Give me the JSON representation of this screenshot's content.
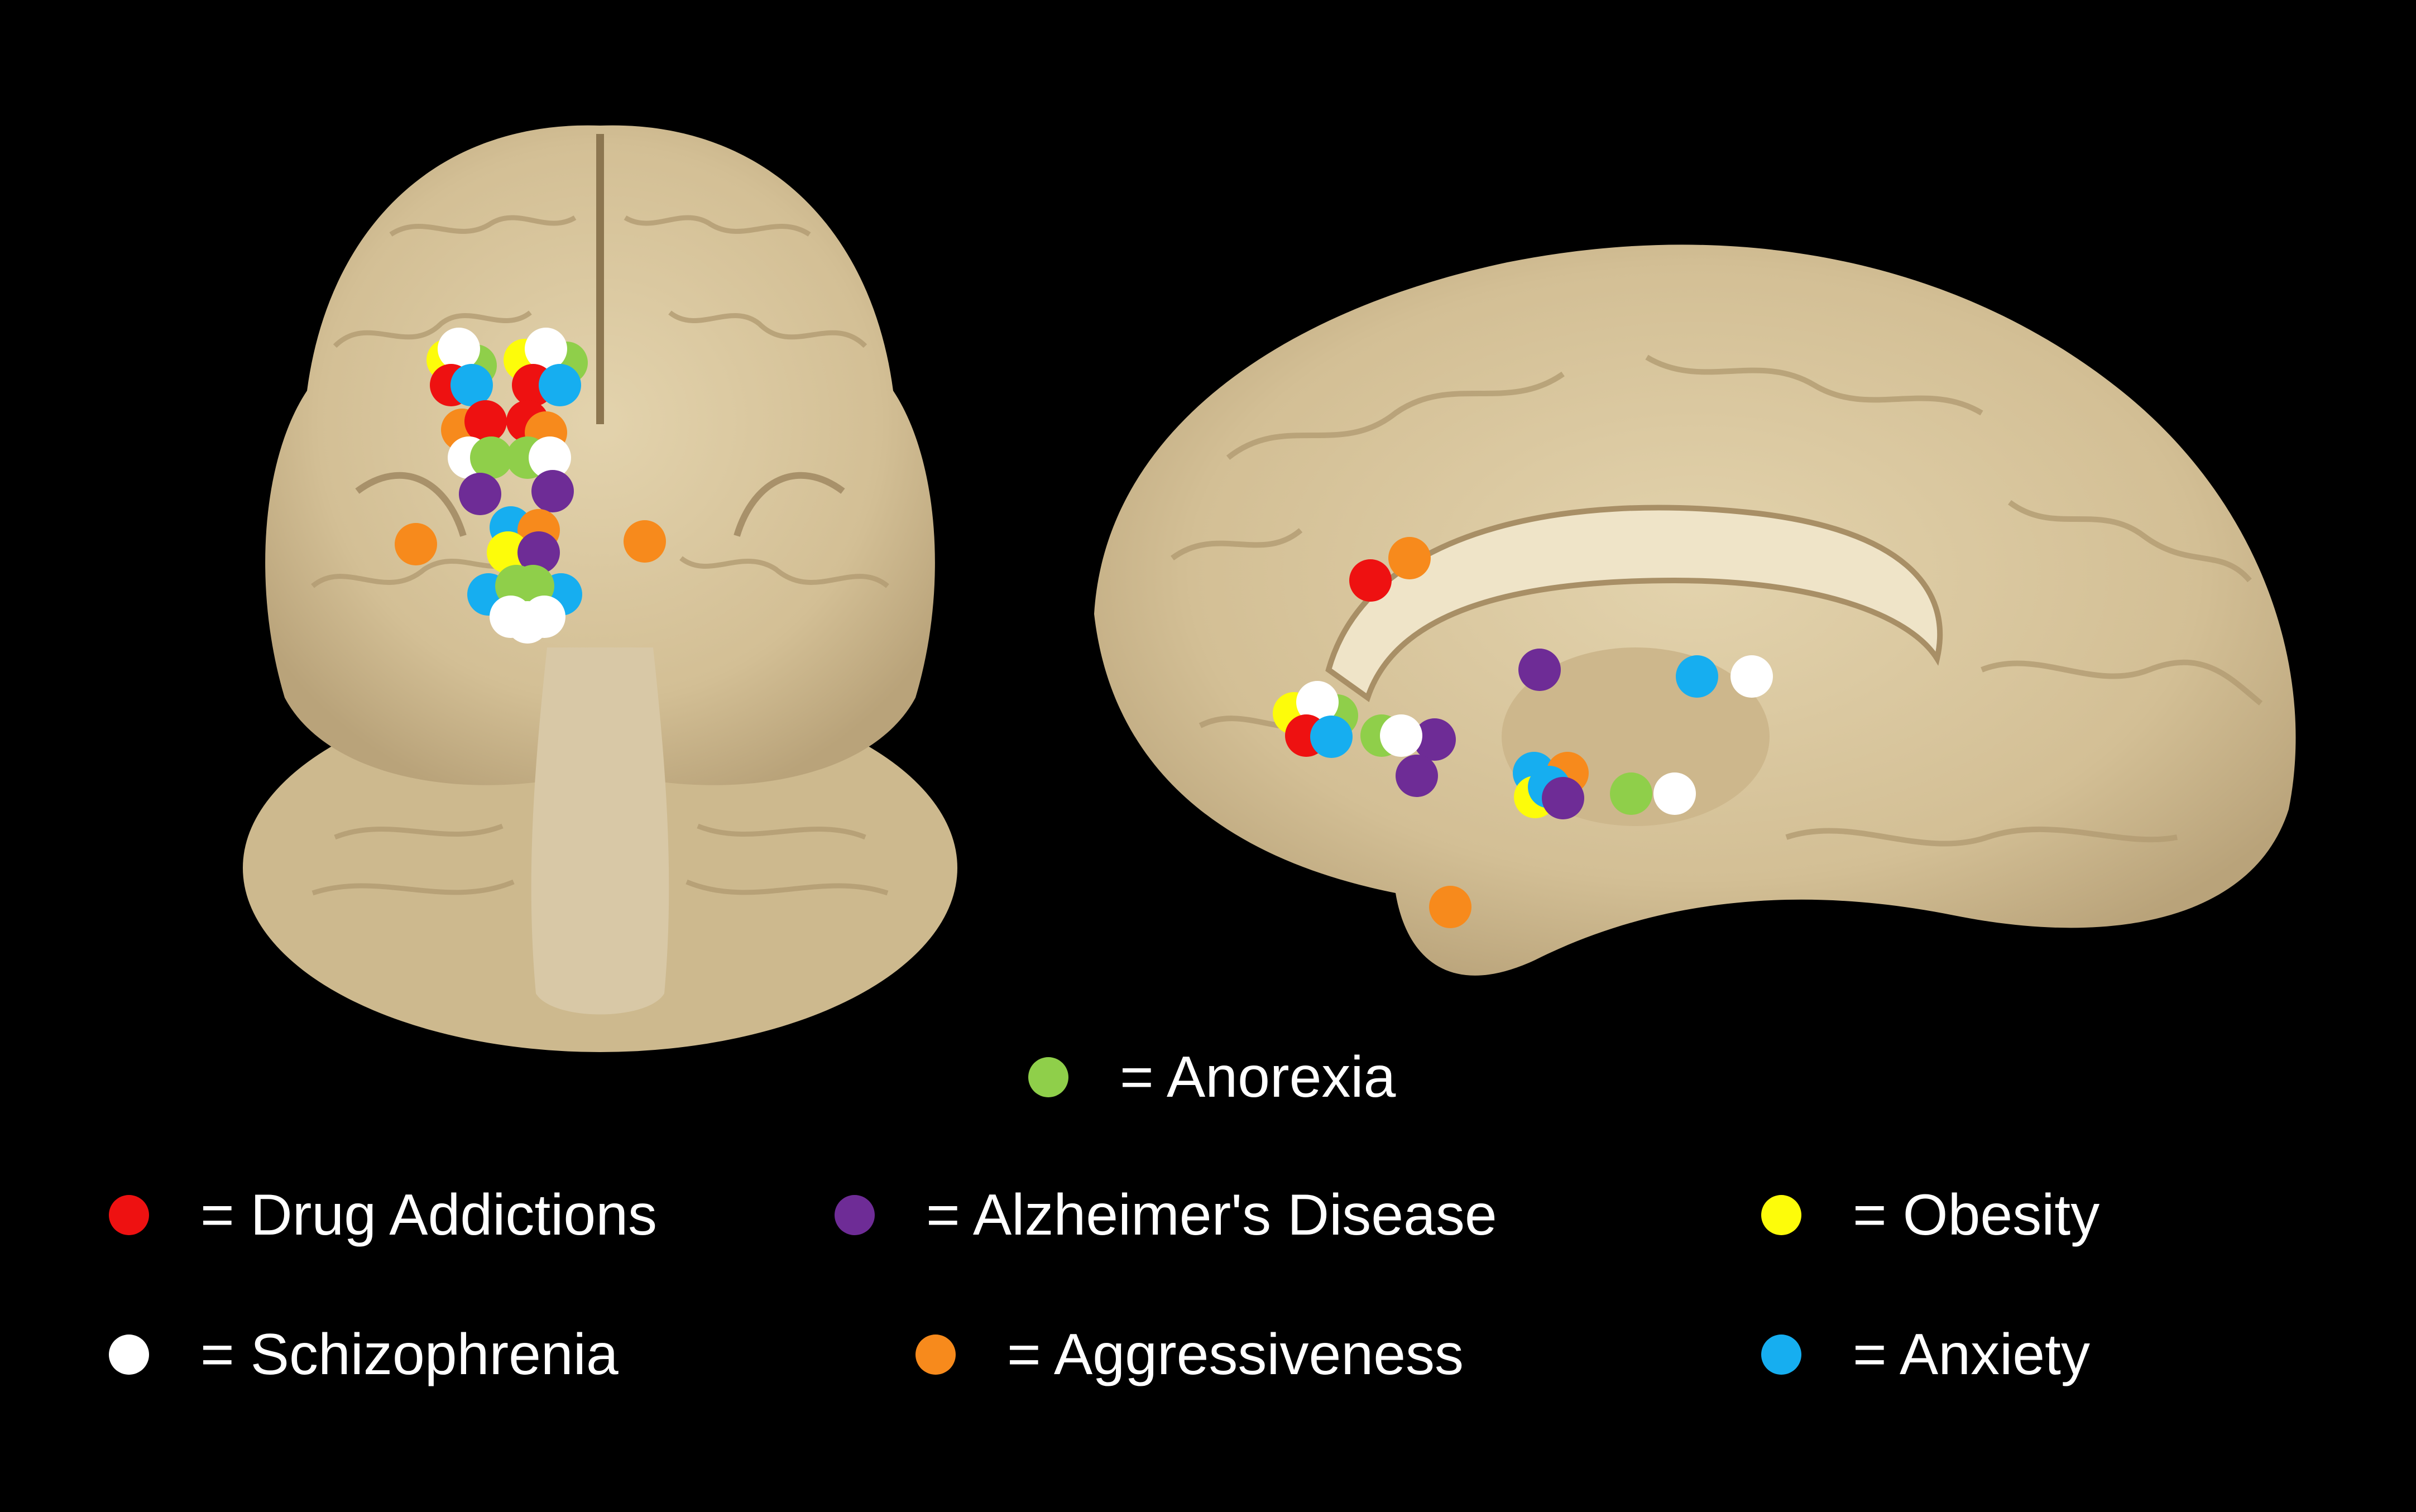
{
  "legend": [
    {
      "key": "anorexia",
      "label": "= Anorexia",
      "color": "#8fcf4a"
    },
    {
      "key": "drug",
      "label": "= Drug Addictions",
      "color": "#ee1111"
    },
    {
      "key": "alzheimers",
      "label": "= Alzheimer's Disease",
      "color": "#6e2c96"
    },
    {
      "key": "obesity",
      "label": "= Obesity",
      "color": "#fdfc0a"
    },
    {
      "key": "schizophrenia",
      "label": "= Schizophrenia",
      "color": "#ffffff"
    },
    {
      "key": "aggression",
      "label": "= Aggressiveness",
      "color": "#f78a1c"
    },
    {
      "key": "anxiety",
      "label": "= Anxiety",
      "color": "#16aef0"
    }
  ],
  "brain_color": "#d9c7a0",
  "background_color": "#000000"
}
